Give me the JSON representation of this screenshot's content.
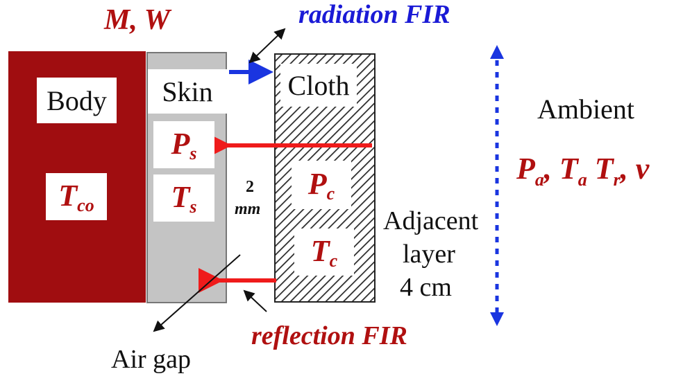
{
  "labels": {
    "metabolism": "M, W",
    "radiation": "radiation FIR",
    "reflection": "reflection FIR",
    "air_gap": "Air gap",
    "gap_value": "2",
    "gap_unit": "mm",
    "ambient": "Ambient",
    "adjacent_line1": "Adjacent",
    "adjacent_line2": "layer",
    "adjacent_line3": "4 cm"
  },
  "boxes": {
    "body": "Body",
    "skin": "Skin",
    "cloth": "Cloth"
  },
  "symbols": {
    "t_core": {
      "base": "T",
      "sub": "co"
    },
    "p_skin": {
      "base": "P",
      "sub": "s"
    },
    "t_skin": {
      "base": "T",
      "sub": "s"
    },
    "p_cloth": {
      "base": "P",
      "sub": "c"
    },
    "t_cloth": {
      "base": "T",
      "sub": "c"
    },
    "ambient_vars": {
      "pa": {
        "base": "P",
        "sub": "a"
      },
      "ta": {
        "base": "T",
        "sub": "a"
      },
      "tr": {
        "base": "T",
        "sub": "r"
      },
      "v": "v"
    }
  },
  "colors": {
    "body_fill": "#a00d10",
    "skin_fill": "#c4c4c4",
    "cloth_hatch": "#2a2a2a",
    "red_arrow": "#ef1b1b",
    "blue_arrow": "#1a35e0",
    "red_text": "#b01010",
    "blue_text": "#1a1ad6"
  }
}
